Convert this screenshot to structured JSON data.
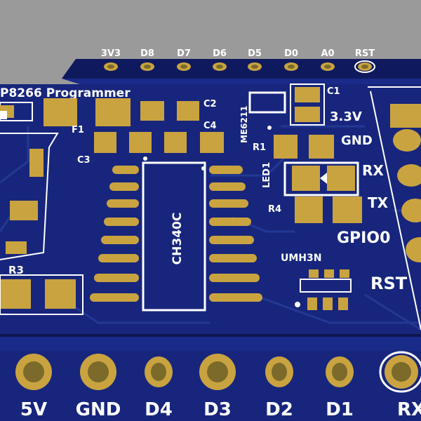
{
  "board": {
    "title": "P8266 Programmer",
    "colors": {
      "background": "#9a9a9a",
      "pcb": "#17267c",
      "pcb_dark": "#0d1650",
      "trace": "#233894",
      "copper": "#c9a340",
      "silk": "#ffffff"
    }
  },
  "top_header_pins": [
    "3V3",
    "D8",
    "D7",
    "D6",
    "D5",
    "D0",
    "A0",
    "RST"
  ],
  "right_labels": [
    "3.3V",
    "GND",
    "RX",
    "TX",
    "GPIO0",
    "RST"
  ],
  "bottom_header_pins": [
    "5V",
    "GND",
    "D4",
    "D3",
    "D2",
    "D1",
    "RX"
  ],
  "designators": {
    "c1": "C1",
    "c2": "C2",
    "c3": "C3",
    "c4": "C4",
    "f1": "F1",
    "r1": "R1",
    "r3": "R3",
    "r4": "R4",
    "led1": "LED1",
    "regulator": "ME6211",
    "ic": "CH340C",
    "transistor": "UMH3N"
  }
}
